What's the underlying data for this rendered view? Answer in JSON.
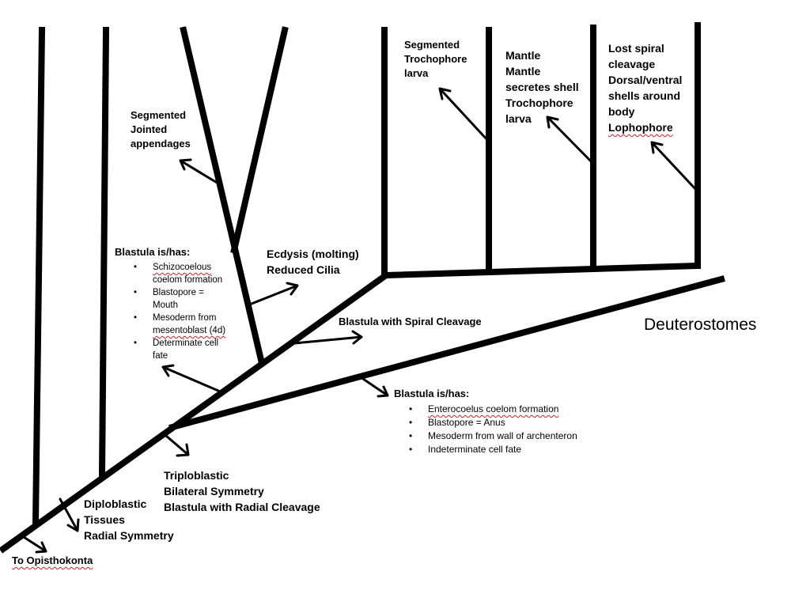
{
  "labels": {
    "to_opisthokonta": "To Opisthokonta",
    "diploblastic": [
      "Diploblastic",
      "Tissues",
      "Radial Symmetry"
    ],
    "triploblastic": [
      "Triploblastic",
      "Bilateral Symmetry",
      "Blastula with Radial Cleavage"
    ],
    "protostome_blastula": {
      "heading": "Blastula is/has:",
      "items": [
        [
          "Schizocoelous",
          "coelom formation"
        ],
        [
          "Blastopore =",
          "Mouth"
        ],
        [
          "Mesoderm from",
          "mesentoblast (4d)"
        ],
        [
          "Determinate cell",
          "fate"
        ]
      ]
    },
    "arthropod": [
      "Segmented",
      "Jointed",
      "appendages"
    ],
    "ecdysis": [
      "Ecdysis (molting)",
      "Reduced Cilia"
    ],
    "spiral": "Blastula with Spiral Cleavage",
    "annelid": [
      "Segmented",
      "Trochophore",
      "larva"
    ],
    "mollusc": [
      "Mantle",
      "Mantle",
      "secretes shell",
      "Trochophore",
      "larva"
    ],
    "lophophorate": [
      "Lost spiral",
      "cleavage",
      "Dorsal/ventral",
      "shells around",
      "body",
      "Lophophore"
    ],
    "deuterostome_blastula": {
      "heading": "Blastula is/has:",
      "items": [
        "Enterocoelus coelom formation",
        "Blastopore = Anus",
        "Mesoderm from wall of archenteron",
        "Indeterminate cell fate"
      ]
    },
    "deuterostomes": "Deuterostomes"
  }
}
